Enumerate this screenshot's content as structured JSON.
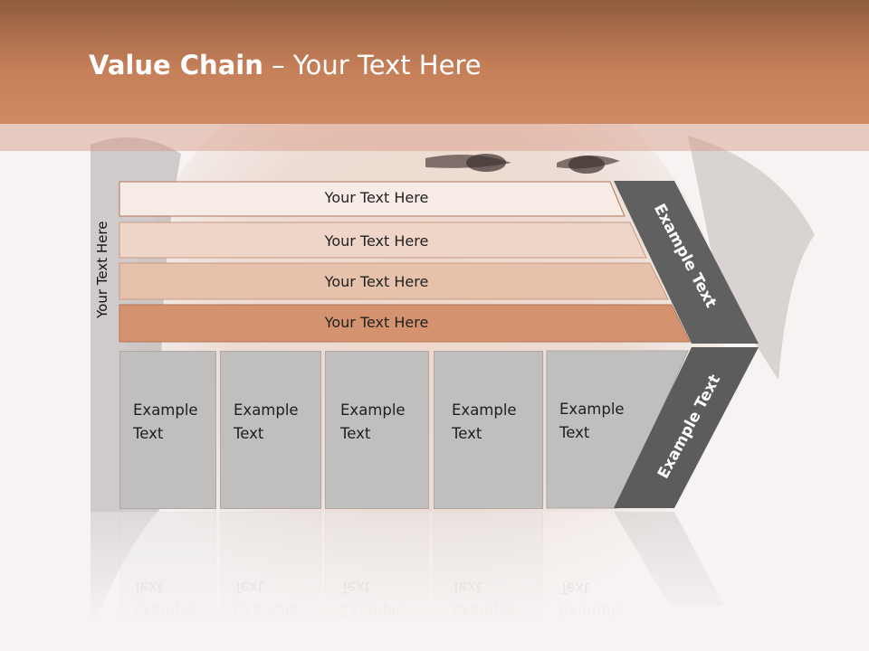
{
  "title": {
    "bold": "Value Chain",
    "rest": " – Your Text Here"
  },
  "side_label": "Your Text Here",
  "rows": [
    "Your Text Here",
    "Your Text Here",
    "Your Text Here",
    "Your Text Here"
  ],
  "boxes": [
    {
      "line1": "Example",
      "line2": "Text"
    },
    {
      "line1": "Example",
      "line2": "Text"
    },
    {
      "line1": "Example",
      "line2": "Text"
    },
    {
      "line1": "Example",
      "line2": "Text"
    },
    {
      "line1": "Example",
      "line2": "Text"
    }
  ],
  "arrow": {
    "top_label": "Example Text",
    "bottom_label": "Example Text"
  },
  "colors": {
    "header": "#c57f59",
    "row1": "#f6ebe5",
    "row2": "#efd5c7",
    "row3": "#e6c1ab",
    "row4": "#d4936e",
    "box": "#c0bfbe",
    "arrow": "#606060"
  }
}
